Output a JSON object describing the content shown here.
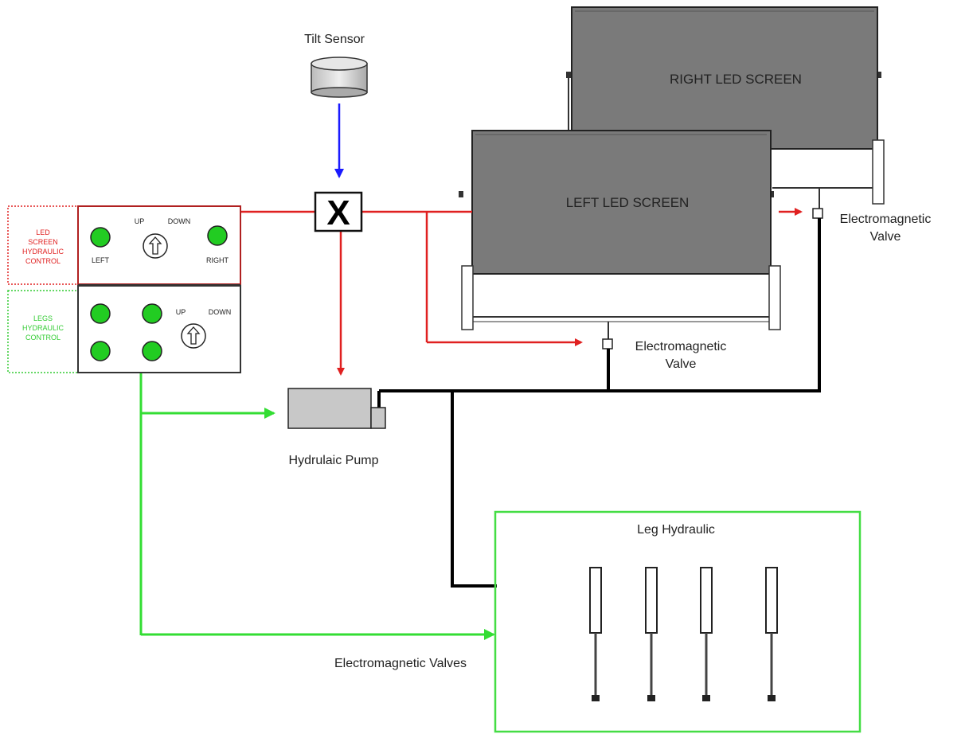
{
  "tilt_sensor": {
    "label": "Tilt Sensor"
  },
  "control_panel": {
    "led_screen": {
      "title_lines": [
        "LED",
        "SCREEN",
        "HYDRAULIC",
        "CONTROL"
      ],
      "up_label": "UP",
      "down_label": "DOWN",
      "left_label": "LEFT",
      "right_label": "RIGHT",
      "color": "#e02020"
    },
    "legs": {
      "title_lines": [
        "LEGS",
        "HYDRAULIC",
        "CONTROL"
      ],
      "up_label": "UP",
      "down_label": "DOWN",
      "color": "#33cc33"
    }
  },
  "junction": {
    "symbol": "X"
  },
  "screens": {
    "right": {
      "label": "RIGHT LED SCREEN"
    },
    "left": {
      "label": "LEFT LED SCREEN"
    }
  },
  "valves": {
    "right": {
      "label_lines": [
        "Electromagnetic",
        "Valve"
      ]
    },
    "left": {
      "label_lines": [
        "Electromagnetic",
        "Valve"
      ]
    }
  },
  "pump": {
    "label": "Hydrulaic Pump"
  },
  "leg_hydraulic": {
    "label": "Leg Hydraulic",
    "cylinder_count": 4
  },
  "leg_valves": {
    "label": "Electromagnetic Valves"
  },
  "colors": {
    "signal_line": "#e02020",
    "tilt_line": "#1a1aff",
    "legs_line": "#33dd33",
    "hydraulic_line": "#000000",
    "screen_fill": "#7a7a7a",
    "button_fill": "#22cc22"
  }
}
